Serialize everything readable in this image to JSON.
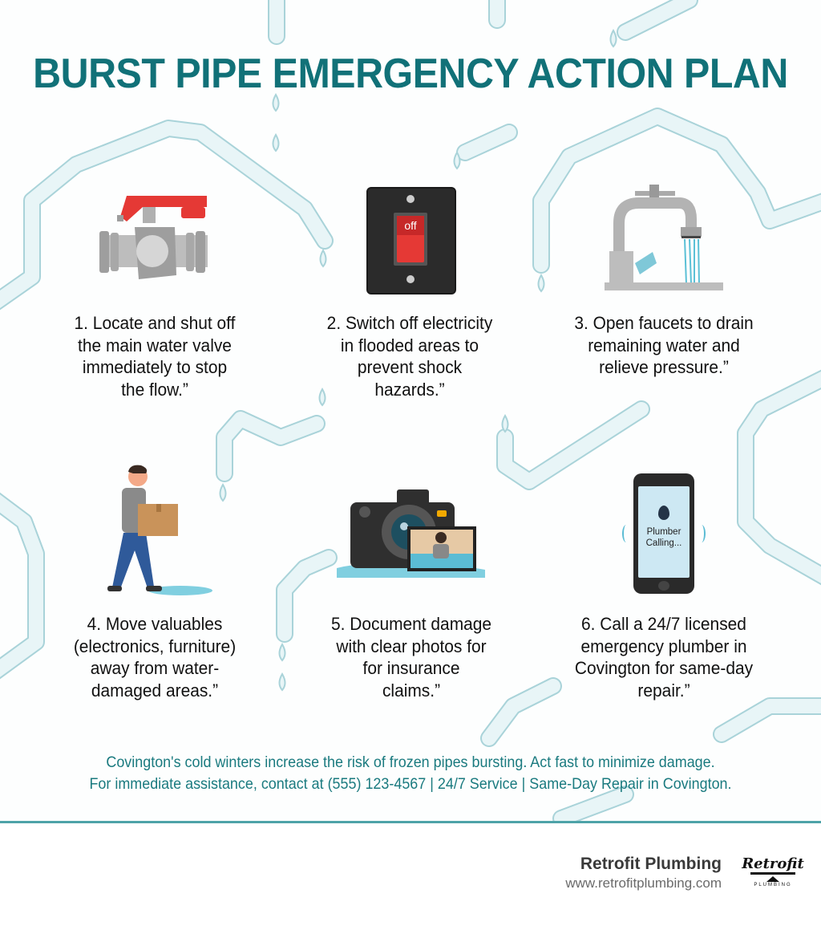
{
  "title": "BURST PIPE EMERGENCY ACTION PLAN",
  "colors": {
    "title": "#117178",
    "notice": "#1a7a7f",
    "divider": "#4ea3a8",
    "pipe_fill": "#e3f3f5",
    "pipe_stroke": "#a9d3d9",
    "body_text": "#111111"
  },
  "steps": [
    {
      "number": 1,
      "icon": "water-valve-icon",
      "text_lines": [
        "1. Locate and shut off",
        "the main water valve",
        "immediately to stop",
        "the flow.”"
      ]
    },
    {
      "number": 2,
      "icon": "light-switch-off-icon",
      "switch_label": "off",
      "text_lines": [
        "2. Switch off electricity",
        "in flooded areas to",
        "prevent shock",
        "hazards.”"
      ]
    },
    {
      "number": 3,
      "icon": "faucet-icon",
      "text_lines": [
        "3. Open faucets to drain",
        "remaining water and",
        "relieve pressure.”"
      ]
    },
    {
      "number": 4,
      "icon": "person-carrying-box-icon",
      "text_lines": [
        "4. Move valuables",
        "(electronics, furniture)",
        "away from water-",
        "damaged areas.”"
      ]
    },
    {
      "number": 5,
      "icon": "camera-photo-icon",
      "text_lines": [
        "5. Document damage",
        "with clear photos for",
        "for insurance",
        "claims.”"
      ]
    },
    {
      "number": 6,
      "icon": "phone-calling-icon",
      "phone_screen_lines": [
        "Plumber",
        "Calling..."
      ],
      "text_lines": [
        "6. Call a 24/7 licensed",
        "emergency plumber in",
        "Covington for same-day",
        "repair.”"
      ]
    }
  ],
  "notice": {
    "line1": "Covington's cold winters increase the risk of frozen pipes bursting. Act fast to minimize damage.",
    "line2": "For immediate assistance, contact at (555) 123-4567 | 24/7 Service | Same-Day Repair in Covington."
  },
  "footer": {
    "company_name": "Retrofit Plumbing",
    "website": "www.retrofitplumbing.com",
    "logo_word": "Retrofit",
    "logo_sub": "PLUMBING"
  }
}
